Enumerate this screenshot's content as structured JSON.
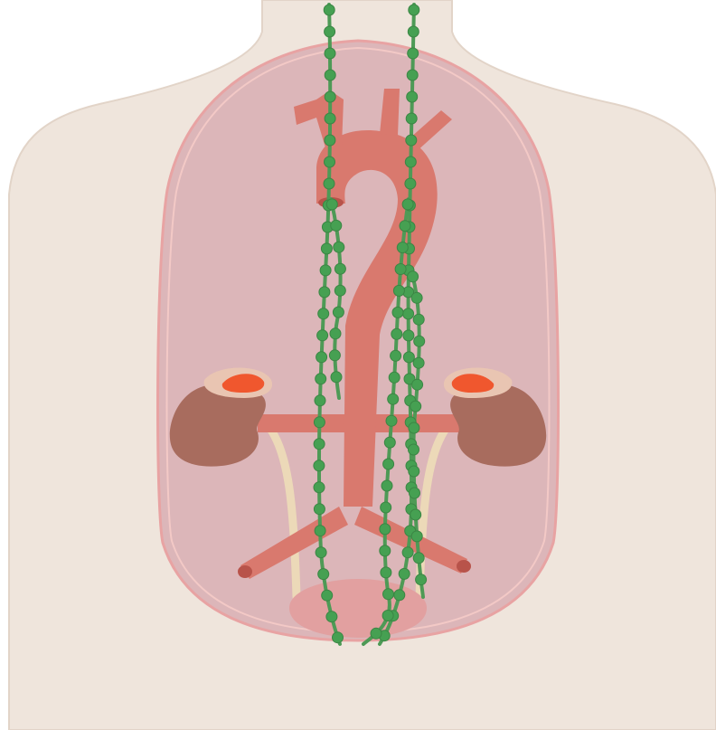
{
  "colors": {
    "background": "#ffffff",
    "skin": "#efe5dc",
    "skin_edge": "#e2d4c8",
    "cavity": "#dcb4b8",
    "cavity_border": "#e8a0a0",
    "vessel": "#d9796e",
    "vessel_dark": "#c9665b",
    "kidney": "#a86c5e",
    "adrenal": "#f0572e",
    "adrenal_capsule": "#e9c5b2",
    "ureter": "#ecd9b8",
    "bladder": "#e2a0a0",
    "lymph": "#4e9a56",
    "lymph_node": "#46a052"
  },
  "structures": [
    {
      "name": "skin-silhouette",
      "icon": "torso-outline"
    },
    {
      "name": "body-cavity",
      "icon": "serous-membrane"
    },
    {
      "name": "aorta",
      "icon": "aortic-arch"
    },
    {
      "name": "left-kidney",
      "icon": "kidney"
    },
    {
      "name": "right-kidney",
      "icon": "kidney"
    },
    {
      "name": "left-adrenal-gland",
      "icon": "adrenal"
    },
    {
      "name": "right-adrenal-gland",
      "icon": "adrenal"
    },
    {
      "name": "ureters",
      "icon": "tube"
    },
    {
      "name": "urinary-bladder",
      "icon": "bladder"
    },
    {
      "name": "lymphatic-chains",
      "icon": "lymph-vessel"
    }
  ]
}
